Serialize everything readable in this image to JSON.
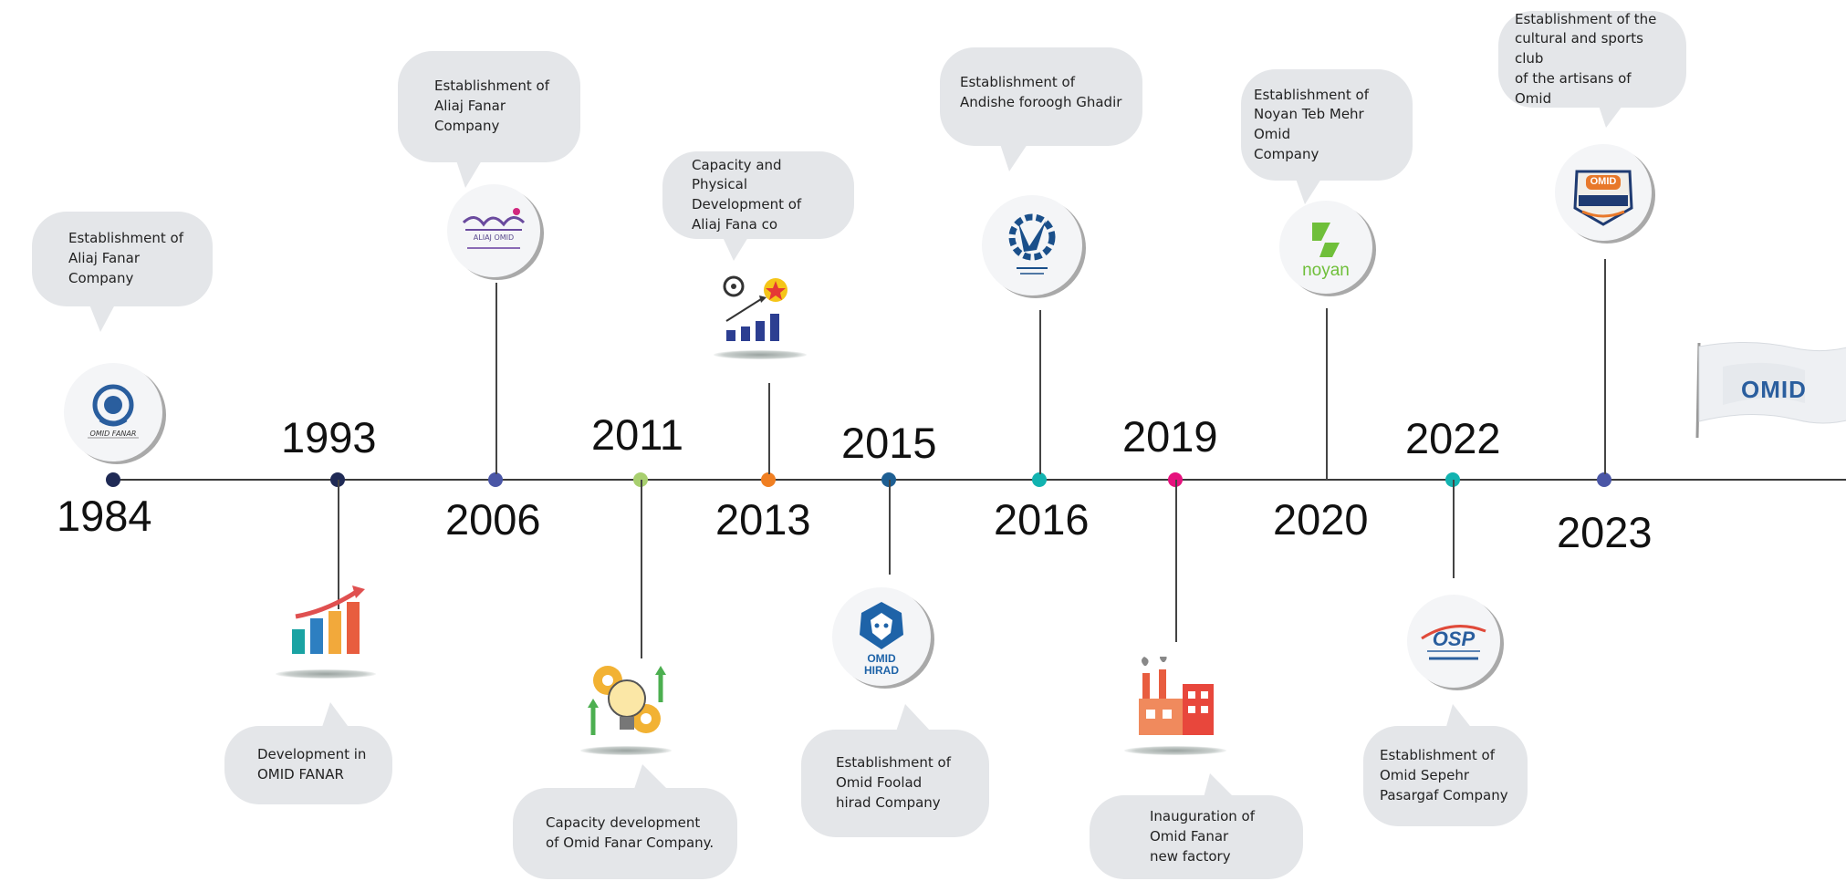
{
  "timeline": {
    "years": [
      "1984",
      "1993",
      "2006",
      "2011",
      "2013",
      "2015",
      "2016",
      "2019",
      "2020",
      "2022",
      "2023"
    ],
    "events": [
      {
        "year": "1984",
        "text": "Establishment of\nAliaj Fanar\nCompany",
        "logo_text": "OMID FANAR"
      },
      {
        "year": "1993",
        "text": "Development in\nOMID FANAR"
      },
      {
        "year": "2006",
        "text": "Establishment of\nAliaj Fanar\nCompany",
        "logo_text": "ALIAJ OMID"
      },
      {
        "year": "2011",
        "text": "Capacity development\nof Omid Fanar Company."
      },
      {
        "year": "2013",
        "text": "Capacity and Physical\nDevelopment of\nAliaj Fana co"
      },
      {
        "year": "2015",
        "text": "Establishment of\nOmid Foolad\nhirad Company",
        "logo_text": "OMID HIRAD"
      },
      {
        "year": "2016",
        "text": "Establishment of\n Andishe foroogh Ghadir"
      },
      {
        "year": "2019",
        "text": "Inauguration of\nOmid Fanar\n new factory"
      },
      {
        "year": "2020",
        "text": "Establishment of\nNoyan Teb Mehr Omid\nCompany",
        "logo_text": "noyan"
      },
      {
        "year": "2022",
        "text": "Establishment of\nOmid Sepehr\nPasargaf  Company",
        "logo_text": "OSP"
      },
      {
        "year": "2023",
        "text": "Establishment of the\ncultural and sports club\nof the artisans of Omid",
        "logo_text": "OMID"
      }
    ],
    "flag_text": "OMID"
  },
  "colors": {
    "axis": "#3a3a3a",
    "dot_navy": "#1f2a55",
    "dot_indigo": "#4a56a6",
    "dot_lime": "#a8cf6f",
    "dot_orange": "#f07f22",
    "dot_blue": "#1e5f93",
    "dot_teal": "#12b3b0",
    "dot_pink": "#e6127e",
    "bubble": "#e4e6e9"
  }
}
